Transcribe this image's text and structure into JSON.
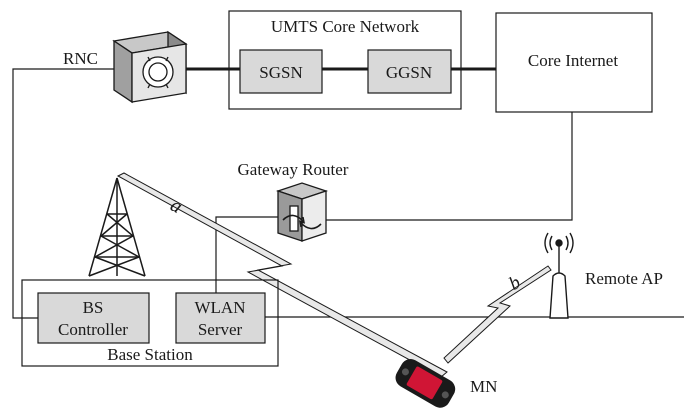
{
  "nodes": {
    "rnc": {
      "label": "RNC"
    },
    "umts_core": {
      "label": "UMTS Core Network"
    },
    "sgsn": {
      "label": "SGSN"
    },
    "ggsn": {
      "label": "GGSN"
    },
    "core_internet": {
      "label": "Core Internet"
    },
    "gateway_router": {
      "label": "Gateway Router"
    },
    "bs_controller": {
      "label_line1": "BS",
      "label_line2": "Controller"
    },
    "wlan_server": {
      "label_line1": "WLAN",
      "label_line2": "Server"
    },
    "base_station": {
      "label": "Base Station"
    },
    "remote_ap": {
      "label": "Remote AP"
    },
    "mn": {
      "label": "MN"
    }
  },
  "links": {
    "a": {
      "label": "a"
    },
    "b": {
      "label": "b"
    }
  },
  "colors": {
    "stroke": "#1a1a1a",
    "box_fill": "#d9d9d9",
    "link_fill": "#e8e8e8",
    "phone_body": "#1a1a1a",
    "phone_screen": "#d01535"
  }
}
